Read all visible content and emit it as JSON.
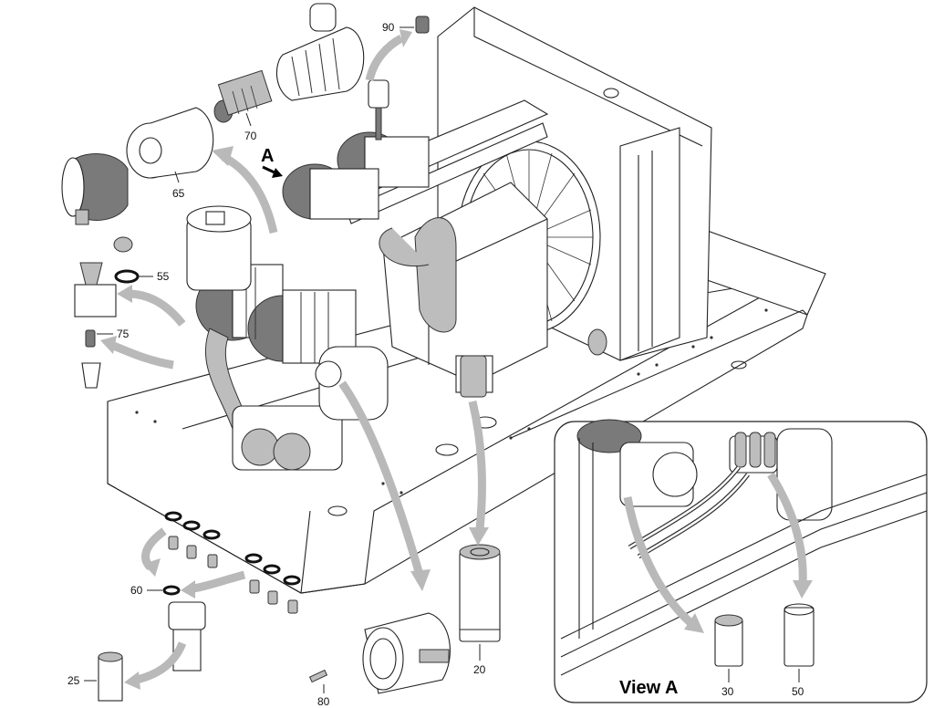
{
  "diagram": {
    "view_marker": "A",
    "inset_title": "View A",
    "callouts": [
      {
        "id": "90",
        "label": "90"
      },
      {
        "id": "70",
        "label": "70"
      },
      {
        "id": "65",
        "label": "65"
      },
      {
        "id": "55",
        "label": "55"
      },
      {
        "id": "75",
        "label": "75"
      },
      {
        "id": "60",
        "label": "60"
      },
      {
        "id": "25",
        "label": "25"
      },
      {
        "id": "80",
        "label": "80"
      },
      {
        "id": "20",
        "label": "20"
      },
      {
        "id": "30",
        "label": "30"
      },
      {
        "id": "50",
        "label": "50"
      }
    ]
  }
}
